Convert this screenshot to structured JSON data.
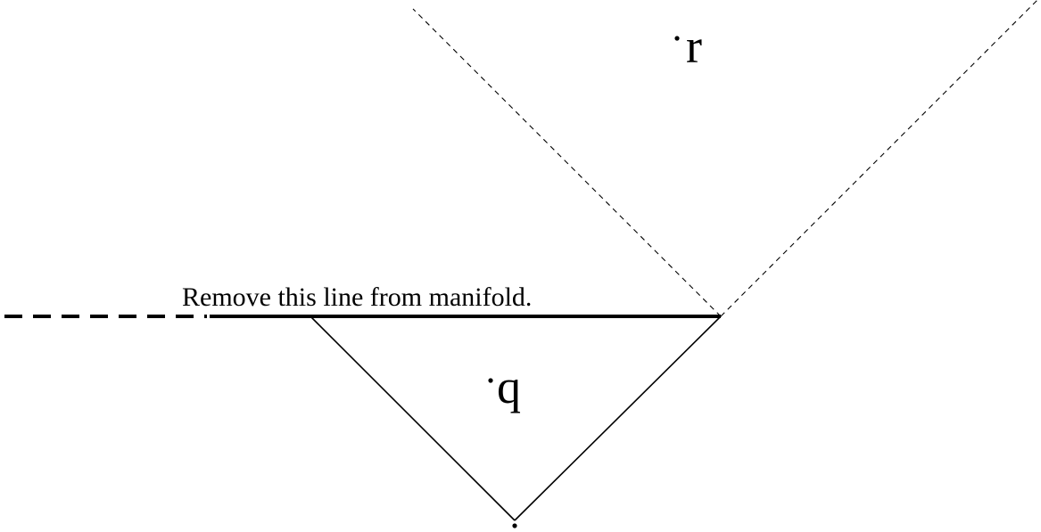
{
  "diagram": {
    "caption": "Remove this line from manifold.",
    "points": {
      "q": "q",
      "r": "r"
    },
    "colors": {
      "ink": "#000000",
      "background": "#ffffff"
    }
  }
}
